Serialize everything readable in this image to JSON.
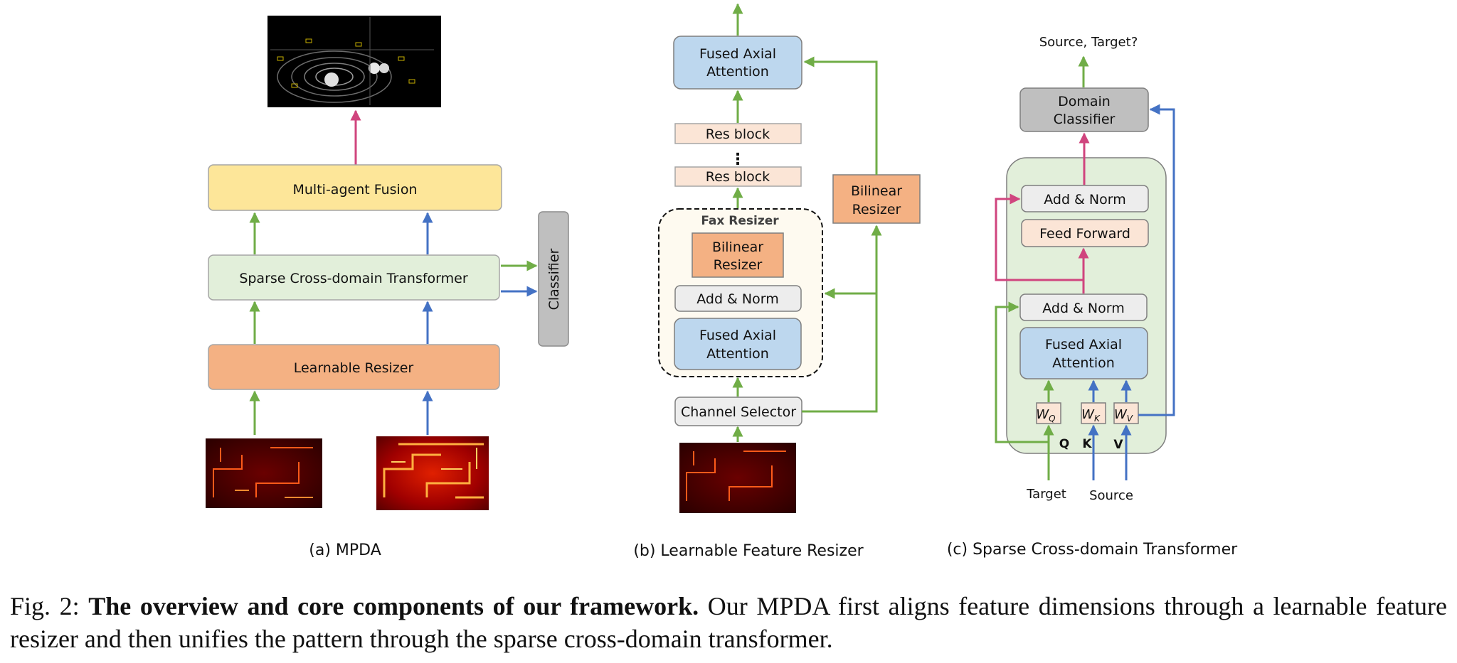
{
  "panel_a": {
    "label": "(a) MPDA",
    "fusion": "Multi-agent Fusion",
    "transformer": "Sparse Cross-domain Transformer",
    "resizer": "Learnable Resizer",
    "classifier": "Classifier"
  },
  "panel_b": {
    "label": "(b) Learnable Feature Resizer",
    "fused_axial_top": [
      "Fused Axial",
      "Attention"
    ],
    "res_block_top": "Res block",
    "res_dots": "⋮",
    "res_block_bottom": "Res block",
    "bilinear_right": [
      "Bilinear",
      "Resizer"
    ],
    "fax_title": "Fax Resizer",
    "fax_bilinear": [
      "Bilinear",
      "Resizer"
    ],
    "fax_addnorm": "Add & Norm",
    "fax_fused_axial": [
      "Fused Axial",
      "Attention"
    ],
    "channel_selector": "Channel Selector"
  },
  "panel_c": {
    "label": "(c) Sparse Cross-domain Transformer",
    "output": "Source, Target?",
    "domain_classifier": [
      "Domain",
      "Classifier"
    ],
    "addnorm_top": "Add & Norm",
    "feed_forward": "Feed Forward",
    "addnorm_bottom": "Add & Norm",
    "fused_axial": [
      "Fused Axial",
      "Attention"
    ],
    "wq": "W",
    "wq_sub": "Q",
    "wk": "W",
    "wk_sub": "K",
    "wv": "W",
    "wv_sub": "V",
    "q": "Q",
    "k": "K",
    "v": "V",
    "target": "Target",
    "source": "Source"
  },
  "caption": {
    "prefix": "Fig. 2: ",
    "bold": "The overview and core components of our framework.",
    "rest": " Our MPDA first aligns feature dimensions through a learnable feature resizer and then unifies the pattern through the sparse cross-domain transformer."
  },
  "colors": {
    "green": "#70ad47",
    "blue": "#4472c4",
    "pink": "#d0457e",
    "yellow": "#fde699",
    "light_green": "#e2efda",
    "orange": "#f4b183",
    "light_orange": "#fbe5d6",
    "light_blue": "#bdd7ee",
    "gray": "#bfbfbf",
    "light_gray": "#ededed"
  }
}
